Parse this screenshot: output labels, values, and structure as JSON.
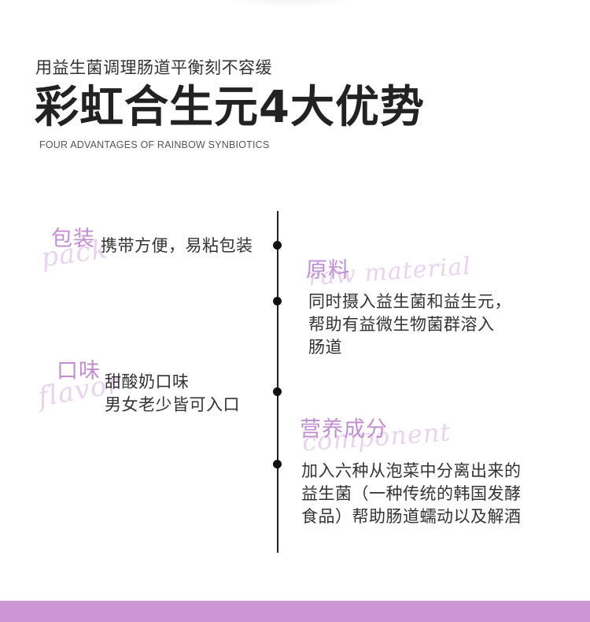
{
  "header": {
    "subtitle": "用益生菌调理肠道平衡刻不容缓",
    "title": "彩虹合生元4大优势",
    "title_en": "FOUR ADVANTAGES OF RAINBOW SYNBIOTICS"
  },
  "advantages": [
    {
      "heading": "包装",
      "script": "pack",
      "text": "携带方便，易粘包装"
    },
    {
      "heading": "原料",
      "script": "raw material",
      "text": "同时摄入益生菌和益生元，\n帮助有益微生物菌群溶入\n肠道"
    },
    {
      "heading": "口味",
      "script": "flavor",
      "text": "甜酸奶口味\n男女老少皆可入口"
    },
    {
      "heading": "营养成分",
      "script": "component",
      "text": "加入六种从泡菜中分离出来的\n益生菌（一种传统的韩国发酵\n食品）帮助肠道蠕动以及解酒"
    }
  ],
  "colors": {
    "accent": "#c28ed3",
    "band": "#cc96d4",
    "line": "#222222"
  }
}
